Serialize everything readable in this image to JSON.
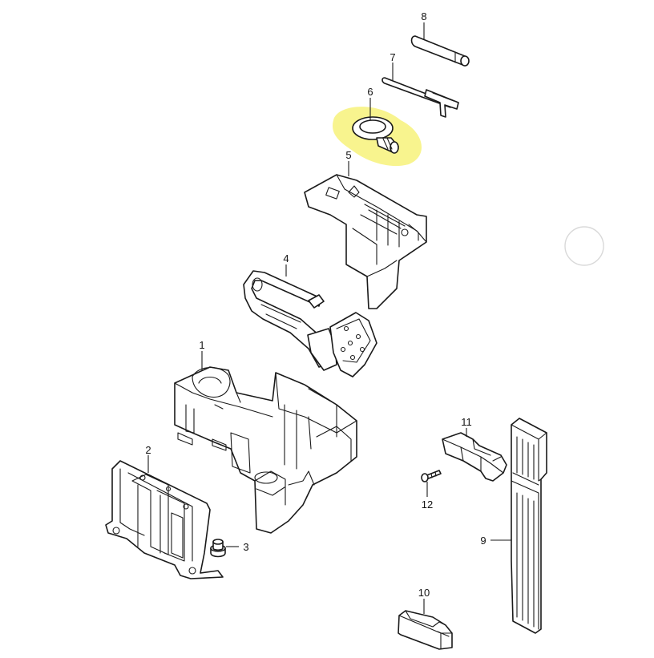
{
  "colors": {
    "highlight": "#f7f27a",
    "line": "#1a1a1a",
    "background": "#ffffff",
    "marker_ring": "#d9d9d9"
  },
  "callouts": {
    "c1": "1",
    "c2": "2",
    "c3": "3",
    "c4": "4",
    "c5": "5",
    "c6": "6",
    "c7": "7",
    "c8": "8",
    "c9": "9",
    "c10": "10",
    "c11": "11",
    "c12": "12"
  },
  "highlighted_part": "6"
}
